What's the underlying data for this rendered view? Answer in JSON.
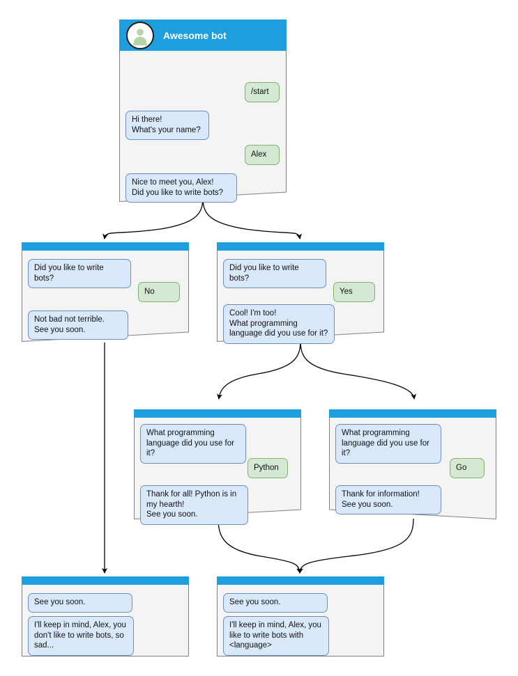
{
  "diagram": {
    "title": "Awesome bot conversation flow",
    "type": "bot-dialog-flowchart",
    "colors": {
      "header_blue": "#1f9ede",
      "node_body": "#f4f4f4",
      "bot_bubble_fill": "#dae8fc",
      "bot_bubble_border": "#6c8ebf",
      "user_bubble_fill": "#d5e8d4",
      "user_bubble_border": "#82b366",
      "edge_stroke": "#000000",
      "node_border": "#808080",
      "avatar_person": "#b5d6a7"
    }
  },
  "nodes": [
    {
      "id": "start",
      "header": {
        "type": "titlebar",
        "avatar_icon": "person-avatar-icon",
        "title": "Awesome bot"
      },
      "messages": [
        {
          "side": "user",
          "text": "/start"
        },
        {
          "side": "bot",
          "text": "Hi there!\nWhat's your name?"
        },
        {
          "side": "user",
          "text": "Alex"
        },
        {
          "side": "bot",
          "text": "Nice to meet you, Alex!\nDid you like to write bots?"
        }
      ]
    },
    {
      "id": "answer-no",
      "header": {
        "type": "bar"
      },
      "messages": [
        {
          "side": "bot",
          "text": "Did you like to write bots?"
        },
        {
          "side": "user",
          "text": "No"
        },
        {
          "side": "bot",
          "text": "Not bad not terrible.\nSee you soon."
        }
      ]
    },
    {
      "id": "answer-yes",
      "header": {
        "type": "bar"
      },
      "messages": [
        {
          "side": "bot",
          "text": "Did you like to write bots?"
        },
        {
          "side": "user",
          "text": "Yes"
        },
        {
          "side": "bot",
          "text": "Cool! I'm too!\nWhat programming\nlanguage did you use for it?"
        }
      ]
    },
    {
      "id": "lang-python",
      "header": {
        "type": "bar"
      },
      "messages": [
        {
          "side": "bot",
          "text": "What programming\nlanguage did you use for it?"
        },
        {
          "side": "user",
          "text": "Python"
        },
        {
          "side": "bot",
          "text": "Thank for all! Python is in\nmy hearth!\nSee you soon."
        }
      ]
    },
    {
      "id": "lang-go",
      "header": {
        "type": "bar"
      },
      "messages": [
        {
          "side": "bot",
          "text": "What programming\nlanguage did you use for it?"
        },
        {
          "side": "user",
          "text": "Go"
        },
        {
          "side": "bot",
          "text": "Thank for information!\nSee you soon."
        }
      ]
    },
    {
      "id": "end-sad",
      "header": {
        "type": "bar"
      },
      "messages": [
        {
          "side": "bot",
          "text": "See you soon."
        },
        {
          "side": "bot",
          "text": "I'll keep in mind, Alex, you\ndon't like to write bots, so\nsad..."
        }
      ]
    },
    {
      "id": "end-happy",
      "header": {
        "type": "bar"
      },
      "messages": [
        {
          "side": "bot",
          "text": "See you soon."
        },
        {
          "side": "bot",
          "text": "I'll keep in mind, Alex, you\nlike to write bots with\n<language>"
        }
      ]
    }
  ],
  "edges": [
    {
      "from": "start",
      "to": "answer-no",
      "style": "curved"
    },
    {
      "from": "start",
      "to": "answer-yes",
      "style": "curved"
    },
    {
      "from": "answer-yes",
      "to": "lang-python",
      "style": "curved"
    },
    {
      "from": "answer-yes",
      "to": "lang-go",
      "style": "curved"
    },
    {
      "from": "answer-no",
      "to": "end-sad",
      "style": "straight"
    },
    {
      "from": "lang-python",
      "to": "end-happy",
      "style": "curved"
    },
    {
      "from": "lang-go",
      "to": "end-happy",
      "style": "curved"
    }
  ]
}
